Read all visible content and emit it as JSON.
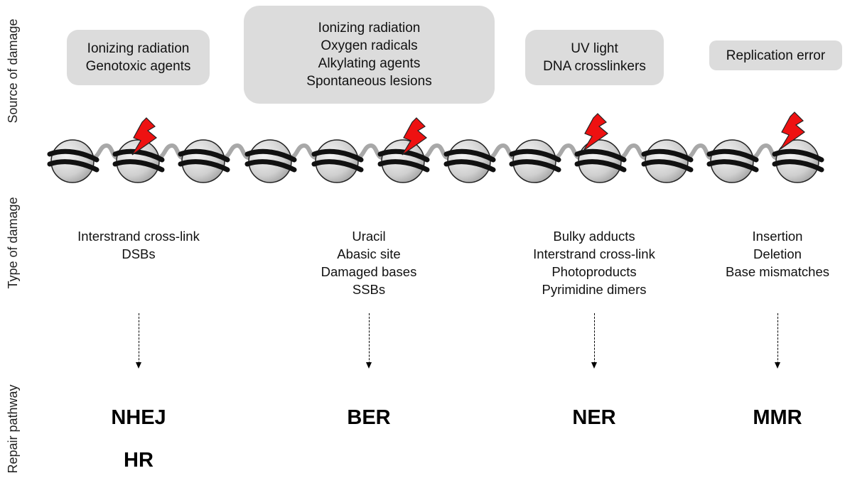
{
  "side_labels": {
    "source": "Source of damage",
    "type": "Type of damage",
    "repair": "Repair pathway"
  },
  "sources": [
    {
      "lines": [
        "Ionizing radiation",
        "Genotoxic agents"
      ]
    },
    {
      "lines": [
        "Ionizing radiation",
        "Oxygen radicals",
        "Alkylating agents",
        "Spontaneous lesions"
      ]
    },
    {
      "lines": [
        "UV light",
        "DNA crosslinkers"
      ]
    },
    {
      "lines": [
        "Replication error"
      ]
    }
  ],
  "damage_types": [
    {
      "lines": [
        "Interstrand cross-link",
        "DSBs"
      ]
    },
    {
      "lines": [
        "Uracil",
        "Abasic site",
        "Damaged bases",
        "SSBs"
      ]
    },
    {
      "lines": [
        "Bulky adducts",
        "Interstrand cross-link",
        "Photoproducts",
        "Pyrimidine dimers"
      ]
    },
    {
      "lines": [
        "Insertion",
        "Deletion",
        "Base mismatches"
      ]
    }
  ],
  "pathways": [
    {
      "lines": [
        "NHEJ",
        "HR"
      ]
    },
    {
      "lines": [
        "BER"
      ]
    },
    {
      "lines": [
        "NER"
      ]
    },
    {
      "lines": [
        "MMR"
      ]
    }
  ],
  "colors": {
    "box": "#dcdcdc",
    "nucleosome": "#d0d0d0",
    "linker": "#a8a8a8",
    "lightning": "#ee1111"
  },
  "icons": [
    "nucleosome-icon",
    "lightning-bolt-icon",
    "dashed-arrow-icon"
  ]
}
